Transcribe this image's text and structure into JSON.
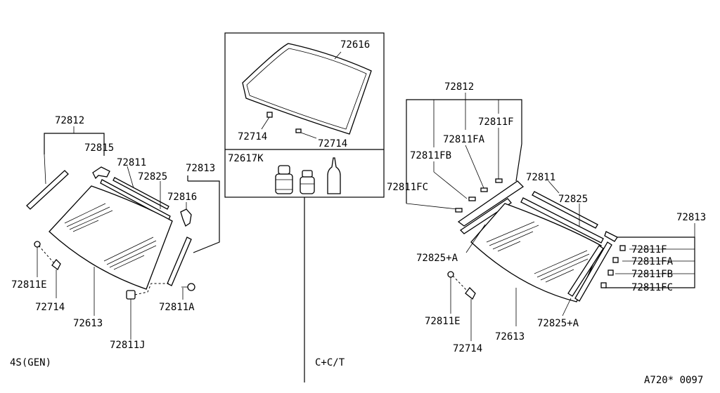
{
  "diagram": {
    "left": {
      "variant_label": "4S(GEN)",
      "labels": {
        "p72812": "72812",
        "p72815": "72815",
        "p72811": "72811",
        "p72825": "72825",
        "p72813": "72813",
        "p72816": "72816",
        "p72811E": "72811E",
        "p72714": "72714",
        "p72613": "72613",
        "p72811J": "72811J",
        "p72811A": "72811A"
      }
    },
    "center": {
      "variant_label": "C+C/T",
      "labels": {
        "p72616": "72616",
        "p72714a": "72714",
        "p72714b": "72714",
        "p72617K": "72617K"
      }
    },
    "right": {
      "labels": {
        "p72812": "72812",
        "p72811F_top": "72811F",
        "p72811FA_top": "72811FA",
        "p72811FB_top": "72811FB",
        "p72811FC_top": "72811FC",
        "p72811": "72811",
        "p72825": "72825",
        "p72813": "72813",
        "p72811F": "72811F",
        "p72811FA": "72811FA",
        "p72811FB": "72811FB",
        "p72811FC": "72811FC",
        "p72825A_left": "72825+A",
        "p72825A_bottom": "72825+A",
        "p72811E": "72811E",
        "p72714": "72714",
        "p72613": "72613"
      }
    },
    "footer_code": "A720* 0097"
  }
}
